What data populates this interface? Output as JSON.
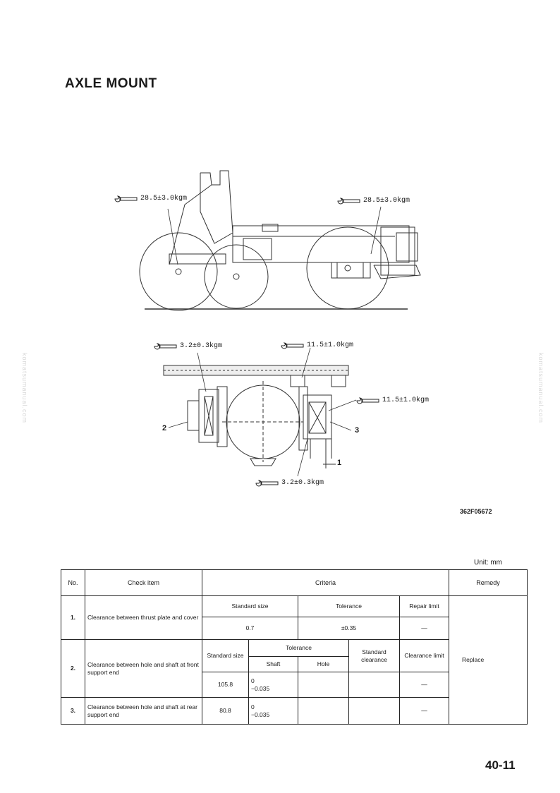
{
  "page": {
    "title": "AXLE MOUNT",
    "figure_code": "362F05672",
    "page_number": "40-11",
    "side_watermark": "komatsumanual.com"
  },
  "figure": {
    "torque_labels": {
      "upper_left": "28.5±3.0kgm",
      "upper_right": "28.5±3.0kgm",
      "lower_left_top": "3.2±0.3kgm",
      "lower_right_top": "11.5±1.0kgm",
      "lower_right_mid": "11.5±1.0kgm",
      "lower_bottom": "3.2±0.3kgm"
    },
    "callouts": {
      "c1": "1",
      "c2": "2",
      "c3": "3"
    },
    "icon": "torque-wrench-icon"
  },
  "table": {
    "unit": "Unit: mm",
    "headers": {
      "no": "No.",
      "check_item": "Check item",
      "criteria": "Criteria",
      "remedy": "Remedy"
    },
    "row1": {
      "no": "1.",
      "item": "Clearance between thrust plate and cover",
      "h_standard_size": "Standard size",
      "h_tolerance": "Tolerance",
      "h_repair_limit": "Repair limit",
      "standard_size": "0.7",
      "tolerance": "±0.35",
      "repair_limit": "—"
    },
    "row2": {
      "no": "2.",
      "item": "Clearance between hole and shaft at front support end",
      "h_standard_size": "Standard size",
      "h_tolerance": "Tolerance",
      "h_shaft": "Shaft",
      "h_hole": "Hole",
      "h_standard_clearance": "Standard clearance",
      "h_clearance_limit": "Clearance limit",
      "standard_size": "105.8",
      "shaft_upper": "0",
      "shaft_lower": "−0.035",
      "hole": "",
      "standard_clearance": "",
      "clearance_limit": "—"
    },
    "row3": {
      "no": "3.",
      "item": "Clearance between hole and shaft at rear support end",
      "standard_size": "80.8",
      "shaft_upper": "0",
      "shaft_lower": "−0.035",
      "hole": "",
      "standard_clearance": "",
      "clearance_limit": "—"
    },
    "remedy": "Replace"
  }
}
